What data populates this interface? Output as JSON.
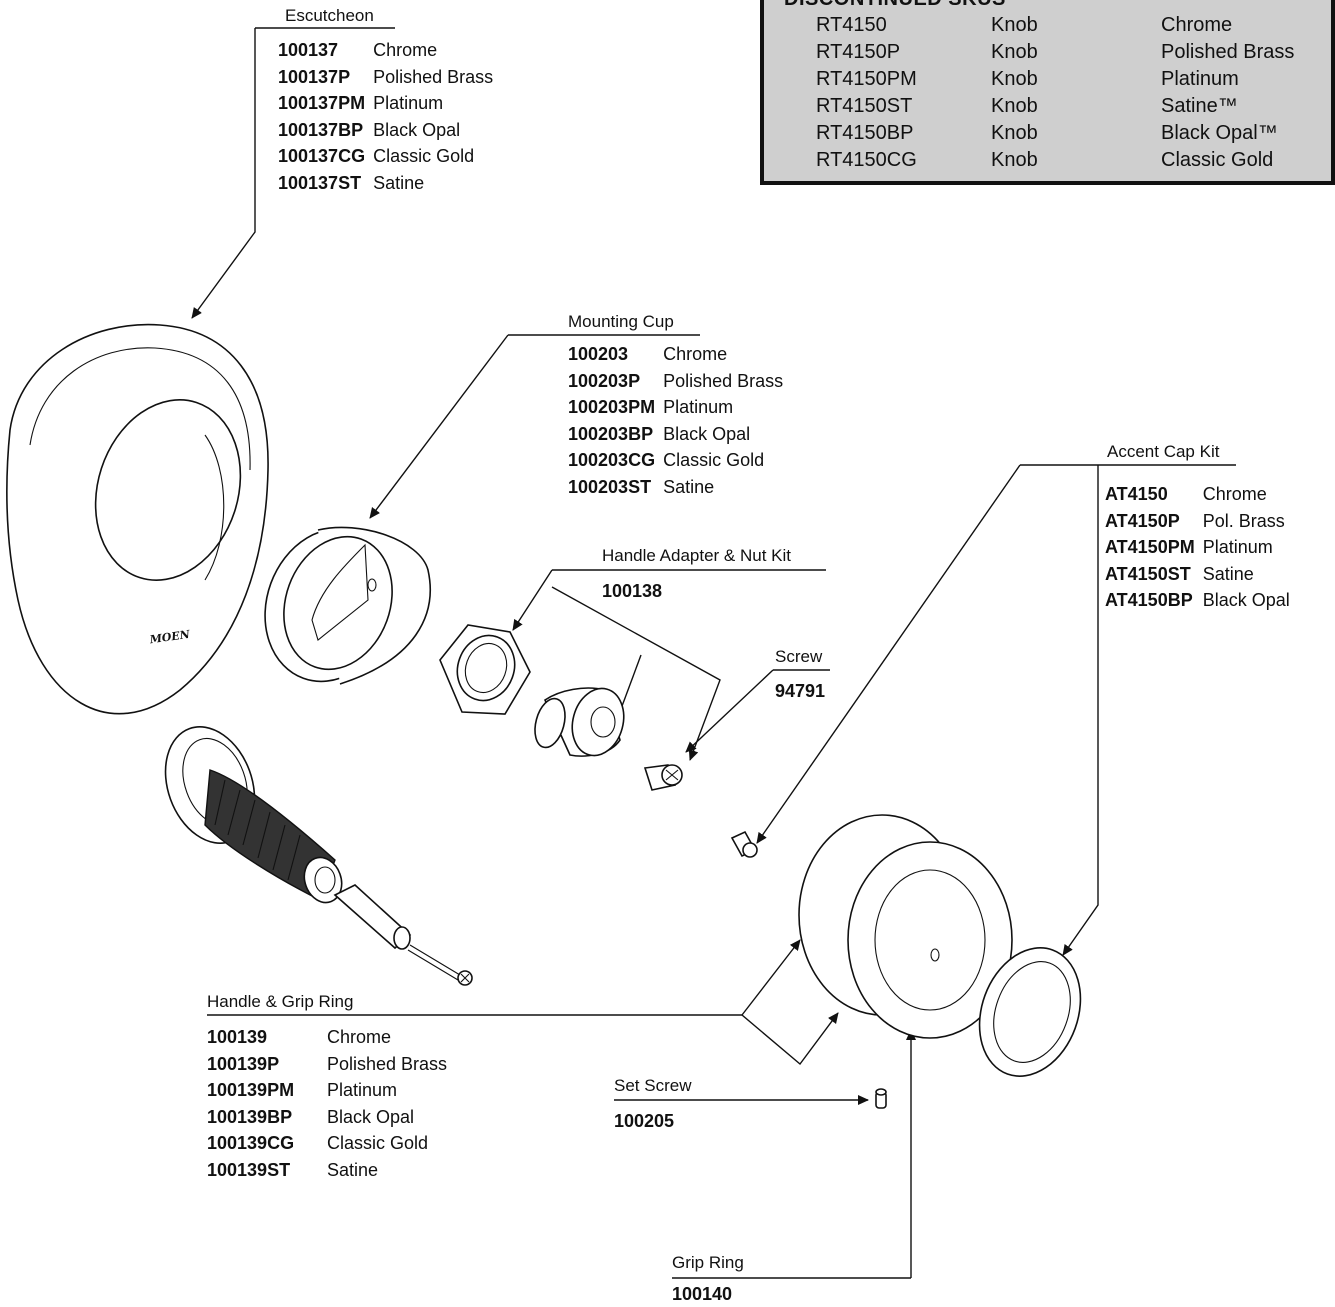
{
  "discontinued": {
    "title": "DISCONTINUED SKUS",
    "rows": [
      {
        "sku": "RT4150",
        "type": "Knob",
        "finish": "Chrome"
      },
      {
        "sku": "RT4150P",
        "type": "Knob",
        "finish": "Polished Brass"
      },
      {
        "sku": "RT4150PM",
        "type": "Knob",
        "finish": "Platinum"
      },
      {
        "sku": "RT4150ST",
        "type": "Knob",
        "finish": "Satine™"
      },
      {
        "sku": "RT4150BP",
        "type": "Knob",
        "finish": "Black Opal™"
      },
      {
        "sku": "RT4150CG",
        "type": "Knob",
        "finish": "Classic Gold"
      }
    ]
  },
  "escutcheon": {
    "title": "Escutcheon",
    "parts": [
      {
        "code": "100137",
        "finish": "Chrome"
      },
      {
        "code": "100137P",
        "finish": "Polished Brass"
      },
      {
        "code": "100137PM",
        "finish": "Platinum"
      },
      {
        "code": "100137BP",
        "finish": "Black Opal"
      },
      {
        "code": "100137CG",
        "finish": "Classic Gold"
      },
      {
        "code": "100137ST",
        "finish": "Satine"
      }
    ],
    "logo": "MOEN"
  },
  "mounting_cup": {
    "title": "Mounting Cup",
    "parts": [
      {
        "code": "100203",
        "finish": "Chrome"
      },
      {
        "code": "100203P",
        "finish": "Polished Brass"
      },
      {
        "code": "100203PM",
        "finish": "Platinum"
      },
      {
        "code": "100203BP",
        "finish": "Black Opal"
      },
      {
        "code": "100203CG",
        "finish": "Classic Gold"
      },
      {
        "code": "100203ST",
        "finish": "Satine"
      }
    ]
  },
  "handle_adapter": {
    "title": "Handle Adapter & Nut Kit",
    "code": "100138"
  },
  "screw": {
    "title": "Screw",
    "code": "94791"
  },
  "accent_cap": {
    "title": "Accent Cap Kit",
    "parts": [
      {
        "code": "AT4150",
        "finish": "Chrome"
      },
      {
        "code": "AT4150P",
        "finish": "Pol. Brass"
      },
      {
        "code": "AT4150PM",
        "finish": "Platinum"
      },
      {
        "code": "AT4150ST",
        "finish": "Satine"
      },
      {
        "code": "AT4150BP",
        "finish": "Black Opal"
      }
    ]
  },
  "handle_grip": {
    "title": "Handle & Grip Ring",
    "parts": [
      {
        "code": "100139",
        "finish": "Chrome"
      },
      {
        "code": "100139P",
        "finish": "Polished Brass"
      },
      {
        "code": "100139PM",
        "finish": "Platinum"
      },
      {
        "code": "100139BP",
        "finish": "Black Opal"
      },
      {
        "code": "100139CG",
        "finish": "Classic Gold"
      },
      {
        "code": "100139ST",
        "finish": "Satine"
      }
    ]
  },
  "set_screw": {
    "title": "Set Screw",
    "code": "100205"
  },
  "grip_ring": {
    "title": "Grip Ring",
    "code": "100140"
  }
}
